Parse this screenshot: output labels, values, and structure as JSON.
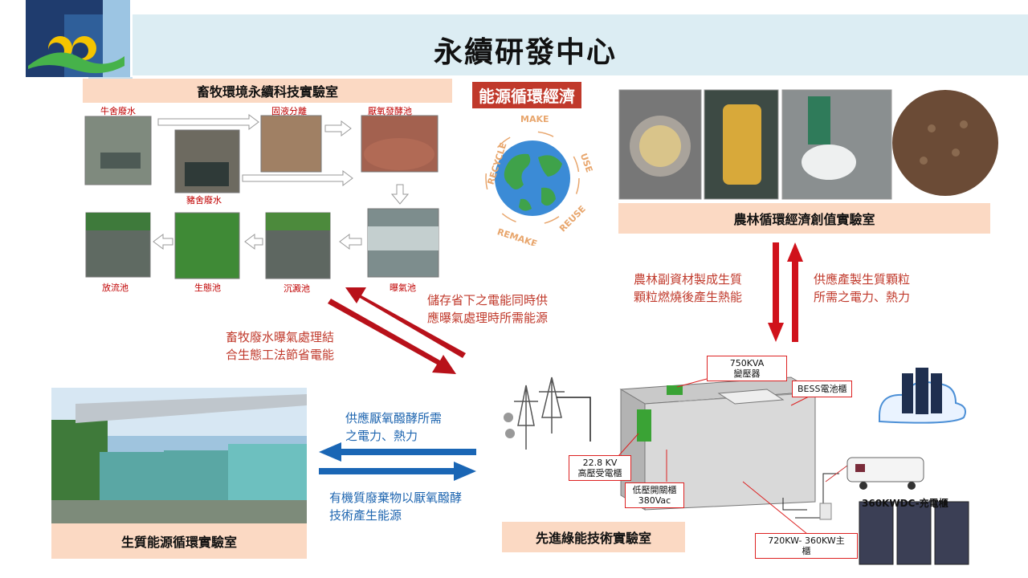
{
  "title": "永續研發中心",
  "livestock_lab": {
    "label": "畜牧環境永續科技實驗室",
    "steps": [
      "牛舍廢水",
      "固液分離",
      "厭氧發酵池",
      "豬舍廢水",
      "放流池",
      "生態池",
      "沉澱池",
      "曝氣池"
    ]
  },
  "energy_badge": "能源循環經濟",
  "cycle_words": [
    "MAKE",
    "USE",
    "REUSE",
    "REMAKE",
    "RECYCLE"
  ],
  "agri_lab": {
    "label": "農林循環經濟創值實驗室"
  },
  "agri_flows": {
    "down_text_1": "農林副資材製成生質",
    "down_text_2": "顆粒燃燒後產生熱能",
    "up_text_1": "供應產製生質顆粒",
    "up_text_2": "所需之電力、熱力"
  },
  "diag_flows": {
    "upper_1": "儲存省下之電能同時供",
    "upper_2": "應曝氣處理時所需能源",
    "lower_1": "畜牧廢水曝氣處理結",
    "lower_2": "合生態工法節省電能"
  },
  "bio_flows": {
    "left_1": "供應厭氧醱酵所需",
    "left_2": "之電力、熱力",
    "right_1": "有機質廢棄物以厭氧醱酵",
    "right_2": "技術產生能源"
  },
  "bio_lab": {
    "label": "生質能源循環實驗室"
  },
  "green_lab": {
    "label": "先進綠能技術實驗室",
    "callouts": {
      "transformer_1": "750KVA",
      "transformer_2": "變壓器",
      "bess": "BESS電池櫃",
      "hv_1": "22.8 KV",
      "hv_2": "高壓受電櫃",
      "lv_1": "低壓開關櫃",
      "lv_2": "380Vac",
      "main_1": "720KW- 360KW主",
      "main_2": "櫃",
      "charger": "360KWDC-充電櫃"
    }
  },
  "colors": {
    "red": "#c0121b",
    "blue": "#1f66b0",
    "label_bg": "#fbd9c3",
    "header_band": "#dcedf3"
  }
}
